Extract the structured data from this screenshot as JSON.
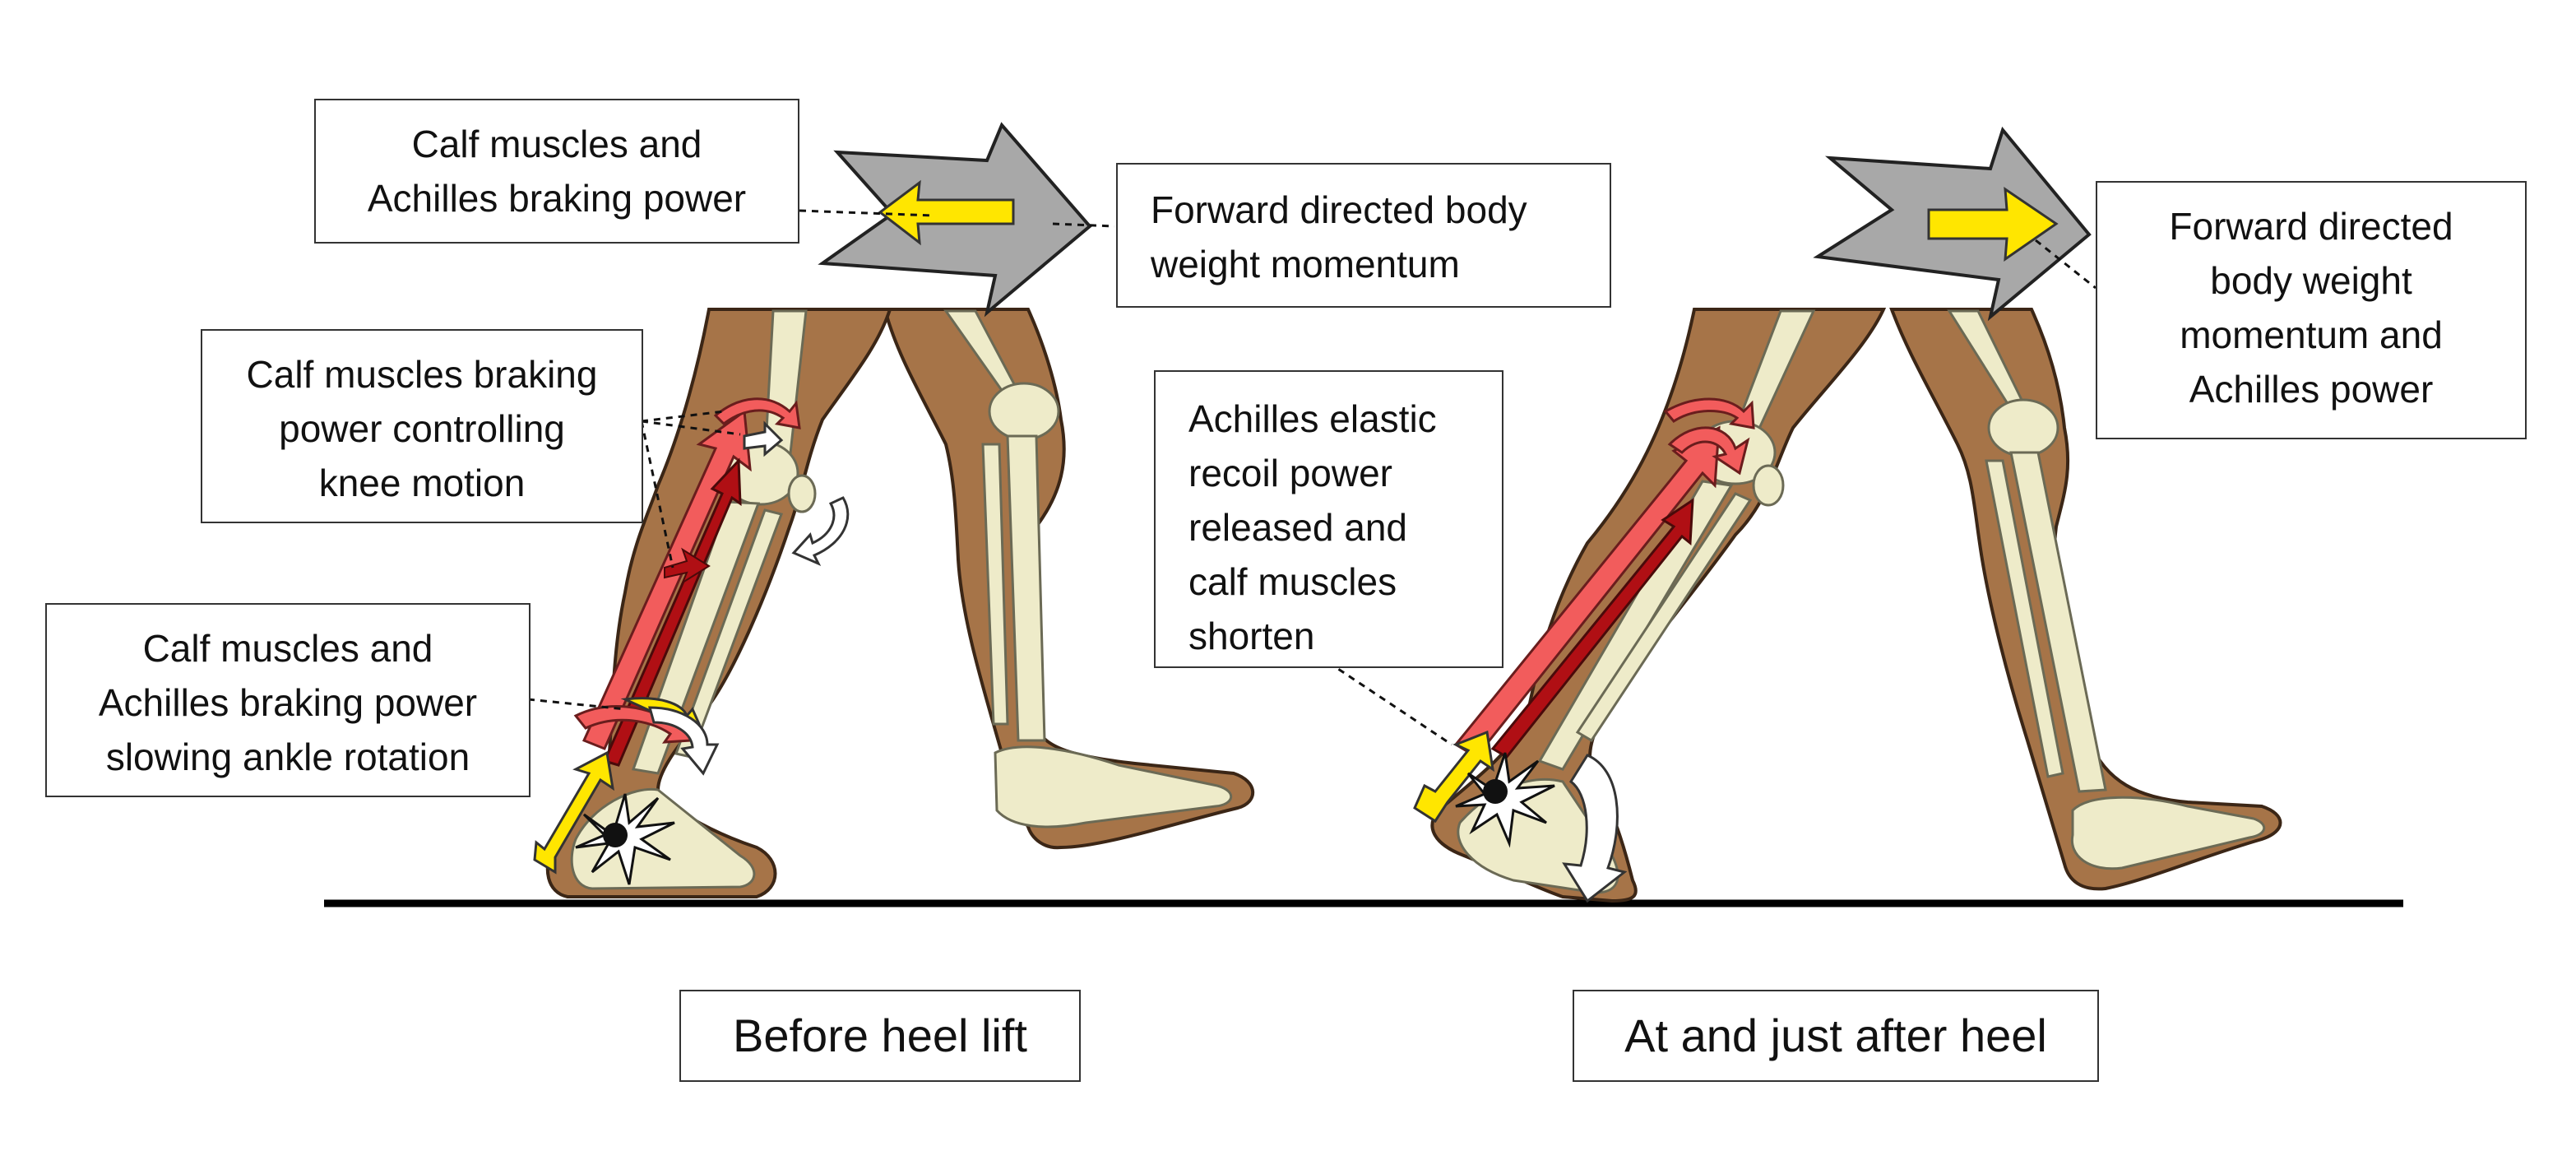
{
  "labels": {
    "braking_top": "Calf muscles and\nAchilles braking power",
    "momentum_left": "Forward directed body\nweight momentum",
    "knee_control": "Calf muscles braking\npower  controlling\nknee motion",
    "ankle_slowing": "Calf muscles and\nAchilles braking power\nslowing ankle rotation",
    "elastic_recoil": "Achilles elastic\nrecoil power\nreleased and\ncalf muscles\nshorten",
    "momentum_right": "Forward directed\nbody weight\nmomentum and\nAchilles power"
  },
  "captions": {
    "before": "Before heel lift",
    "after": "At and just after heel"
  },
  "colors": {
    "skin": "#a67448",
    "skin_outline": "#3b2616",
    "bone": "#eeebc9",
    "bone_outline": "#6b6a55",
    "muscle_arrow": "#f25c5c",
    "tendon_arrow": "#b00f14",
    "power_arrow": "#ffe600",
    "momentum_arrow": "#a8a8a8",
    "ground": "#000000"
  }
}
